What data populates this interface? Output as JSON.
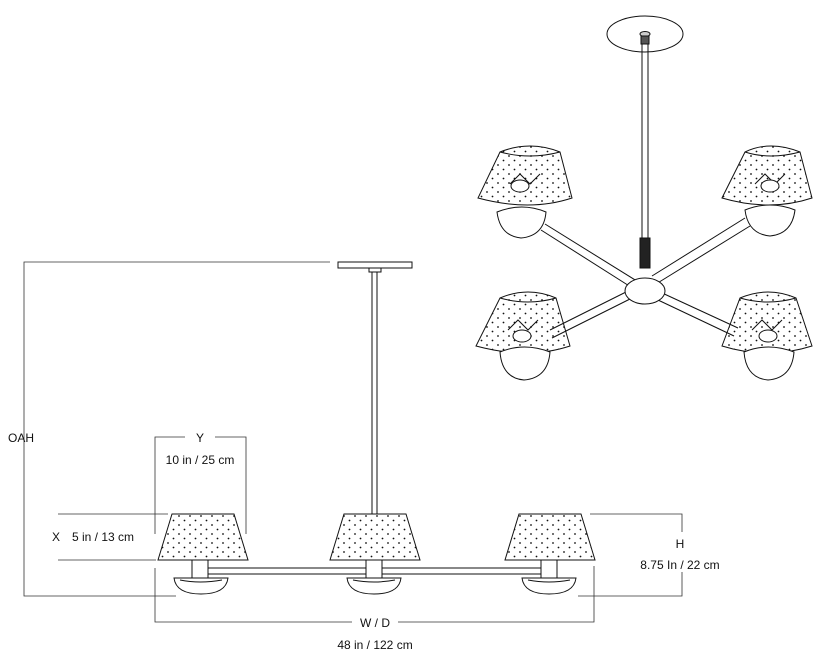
{
  "dimensions": {
    "oah": {
      "label": "OAH"
    },
    "shade_top": {
      "label": "Y",
      "value": "10 in / 25 cm"
    },
    "shade_height": {
      "label": "X",
      "value": "5 in / 13 cm"
    },
    "height": {
      "label": "H",
      "value": "8.75 In / 22 cm"
    },
    "width": {
      "label": "W / D",
      "value": "48 in / 122 cm"
    }
  },
  "colors": {
    "line": "#111111",
    "dimension_line": "#333333",
    "metal_accent": "#222222",
    "background": "#ffffff"
  }
}
